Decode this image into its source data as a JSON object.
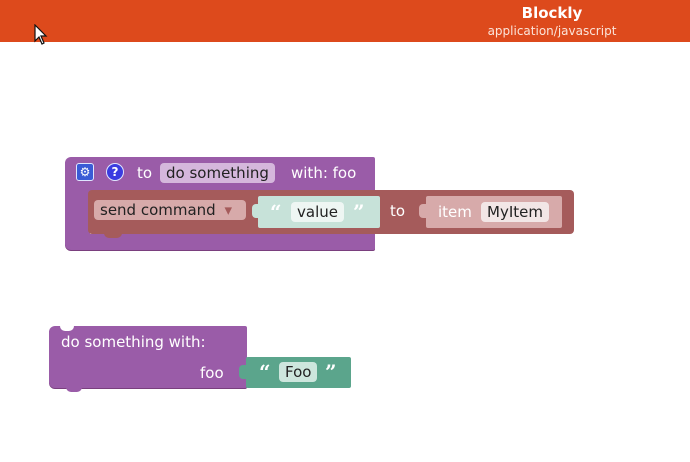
{
  "window": {
    "app_name": "Blockly",
    "subtitle": "application/javascript"
  },
  "colors": {
    "title_bar": "#dd4a1c",
    "procedure_block": "#9a5ca8",
    "command_block": "#a55b5b",
    "value_string_block": "#c7e2d9",
    "item_block": "#d7aaaa",
    "text_block": "#5ba58c"
  },
  "definition_block": {
    "gear_icon": "gear-icon",
    "help_icon": "question-icon",
    "to_label": "to",
    "name_field": "do something",
    "with_label": "with: foo",
    "statement": {
      "command_dropdown": "send command",
      "dropdown_arrow": "▾",
      "value_open_quote": "“",
      "value_text": "value",
      "value_close_quote": "”",
      "to_label": "to",
      "item_label": "item",
      "item_field": "MyItem"
    }
  },
  "call_block": {
    "label": "do something  with:",
    "arg_label": "foo",
    "text_open_quote": "“",
    "text_value": "Foo",
    "text_close_quote": "”"
  }
}
